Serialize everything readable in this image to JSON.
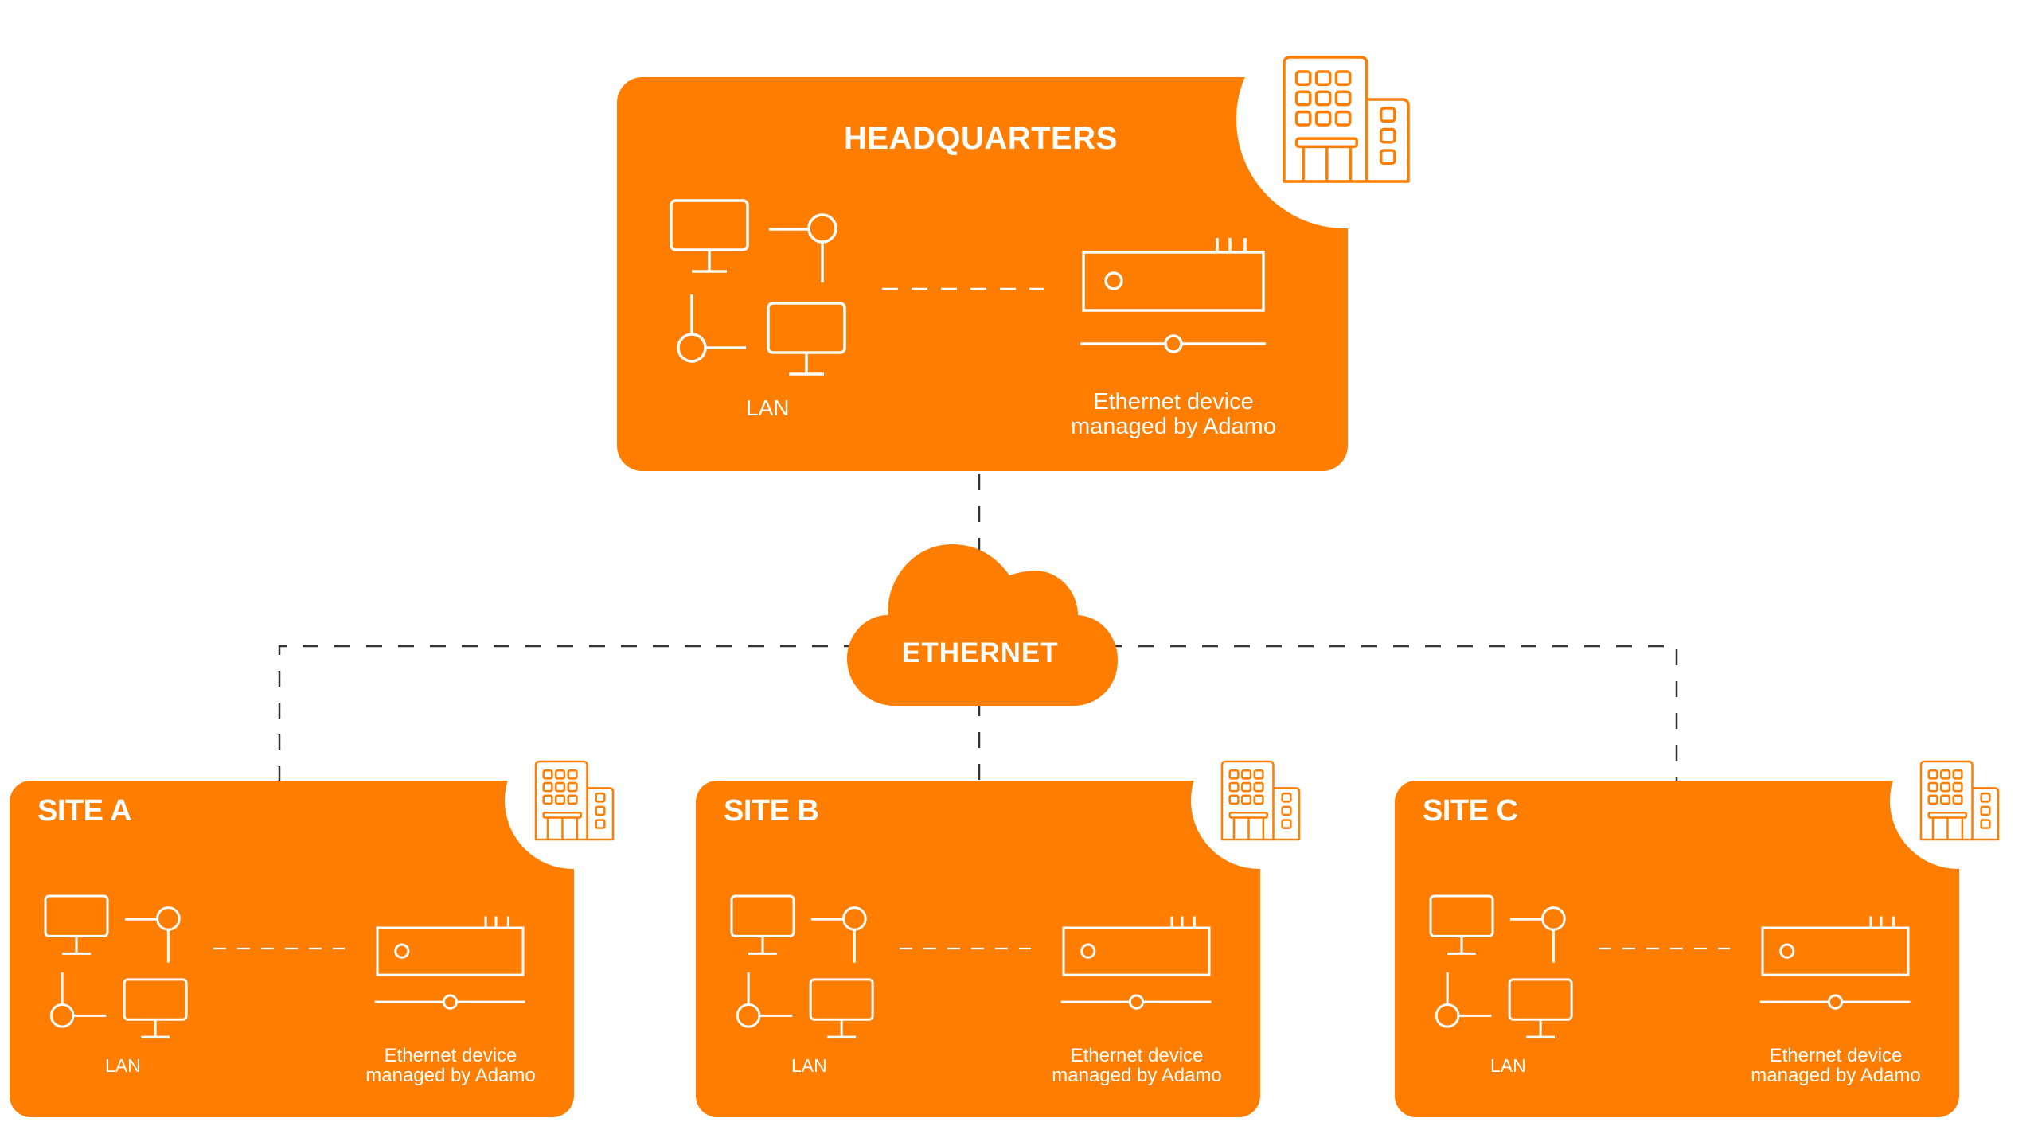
{
  "theme": {
    "accent": "#FF7D00",
    "line_color": "#333333",
    "icon_stroke": "#FFFFFF",
    "background": "#FFFFFF"
  },
  "headquarters": {
    "title": "HEADQUARTERS",
    "lan_label": "LAN",
    "device_label_line1": "Ethernet device",
    "device_label_line2": "managed by Adamo",
    "icon": "building-icon"
  },
  "network": {
    "label": "ETHERNET",
    "icon": "cloud-icon",
    "connector_style": "dashed"
  },
  "sites": [
    {
      "title": "SITE A",
      "lan_label": "LAN",
      "device_label_line1": "Ethernet device",
      "device_label_line2": "managed by Adamo",
      "icon": "building-icon"
    },
    {
      "title": "SITE B",
      "lan_label": "LAN",
      "device_label_line1": "Ethernet device",
      "device_label_line2": "managed by Adamo",
      "icon": "building-icon"
    },
    {
      "title": "SITE C",
      "lan_label": "LAN",
      "device_label_line1": "Ethernet device",
      "device_label_line2": "managed by Adamo",
      "icon": "building-icon"
    }
  ]
}
